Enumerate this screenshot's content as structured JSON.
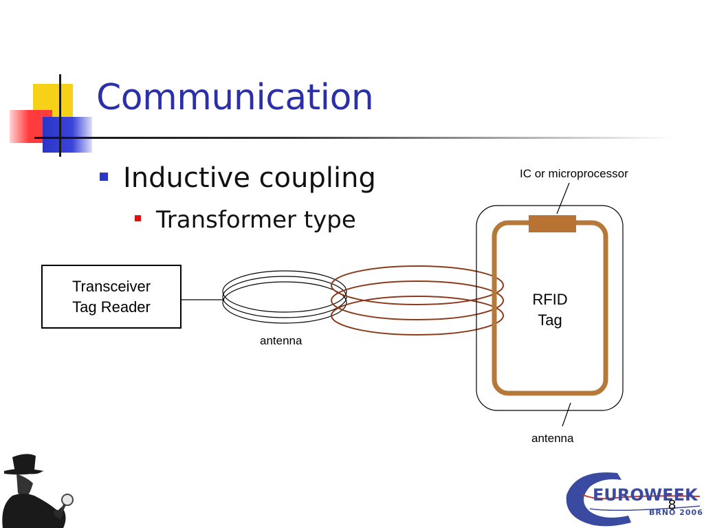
{
  "slide": {
    "title": "Communication",
    "bullets": [
      {
        "text": "Inductive coupling",
        "level": 1
      },
      {
        "text": "Transformer type",
        "level": 2
      }
    ],
    "page_number": "8"
  },
  "diagram": {
    "reader": {
      "line1": "Transceiver",
      "line2": "Tag Reader"
    },
    "reader_antenna_label": "antenna",
    "tag": {
      "line1": "RFID",
      "line2": "Tag"
    },
    "chip_label": "IC or microprocessor",
    "tag_antenna_label": "antenna"
  },
  "logo": {
    "brand": "EUROWEEK",
    "subtitle": "BRNO 2006"
  },
  "colors": {
    "title": "#2b2fa8",
    "bullet_level1": "#2b35c8",
    "bullet_level2": "#e01010",
    "coil": "#8b3a1c",
    "tag_loop": "#b5793a",
    "chip": "#b87333"
  }
}
